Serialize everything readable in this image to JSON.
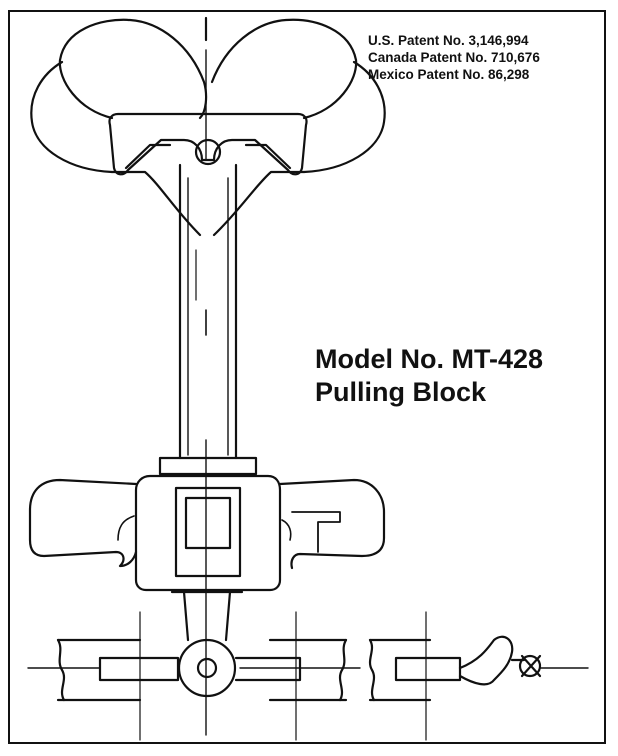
{
  "patents": [
    "U.S. Patent No. 3,146,994",
    "Canada Patent No. 710,676",
    "Mexico Patent No. 86,298"
  ],
  "title": {
    "line1": "Model No. MT-428",
    "line2": "Pulling Block"
  },
  "colors": {
    "ink": "#111111",
    "background": "#ffffff"
  }
}
